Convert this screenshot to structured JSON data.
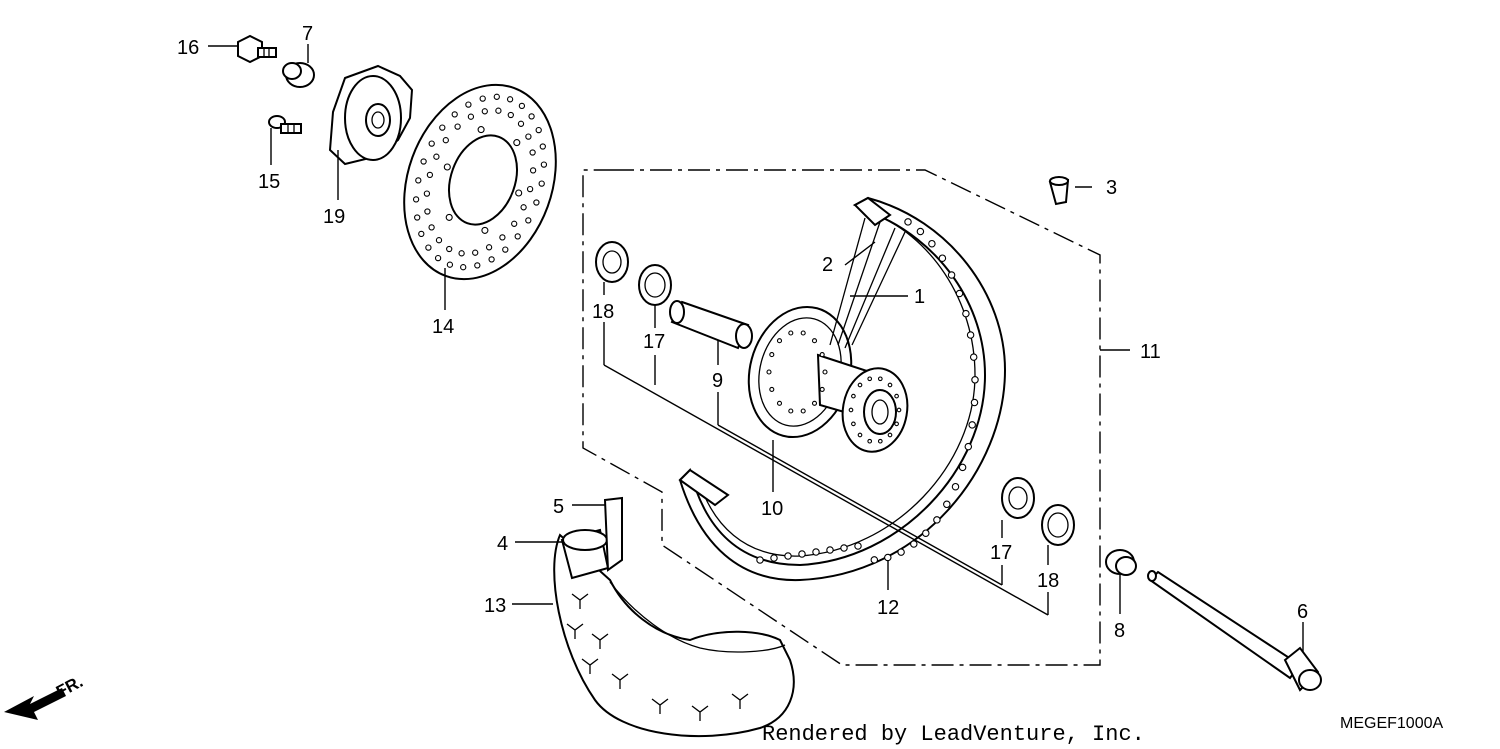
{
  "labels": {
    "p1": "1",
    "p2": "2",
    "p3": "3",
    "p4": "4",
    "p5": "5",
    "p6": "6",
    "p7": "7",
    "p8": "8",
    "p9": "9",
    "p10": "10",
    "p11": "11",
    "p12": "12",
    "p13": "13",
    "p14": "14",
    "p15": "15",
    "p16": "16",
    "p17a": "17",
    "p17b": "17",
    "p18a": "18",
    "p18b": "18",
    "p19": "19"
  },
  "direction_label": "FR.",
  "credit": "Rendered by LeadVenture, Inc.",
  "diagram_code": "MEGEF1000A"
}
